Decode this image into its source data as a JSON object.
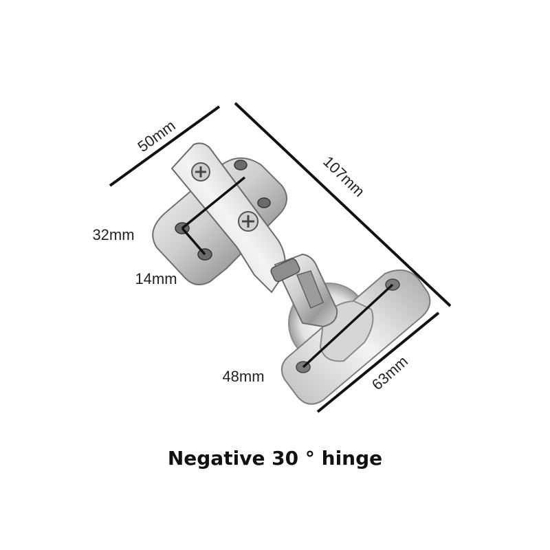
{
  "caption": "Negative 30 ° hinge",
  "dimensions": {
    "width_top": "50mm",
    "length_diagonal": "107mm",
    "cup_hole_spacing": "32mm",
    "cup_hole_offset": "14mm",
    "mount_plate_spacing": "48mm",
    "mount_plate_width": "63mm"
  },
  "colors": {
    "dimension_line": "#111111",
    "metal_light": "#eeeeee",
    "metal_mid": "#b8b8b8",
    "metal_dark": "#6b6b6b"
  }
}
